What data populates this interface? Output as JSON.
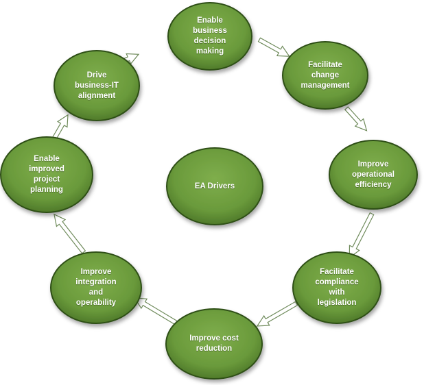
{
  "diagram": {
    "center": {
      "label": "EA Drivers"
    },
    "nodes": [
      {
        "id": "decision",
        "label": "Enable\nbusiness\ndecision\nmaking"
      },
      {
        "id": "change",
        "label": "Facilitate\nchange\nmanagement"
      },
      {
        "id": "efficiency",
        "label": "Improve\noperational\nefficiency"
      },
      {
        "id": "compliance",
        "label": "Facilitate\ncompliance\nwith\nlegislation"
      },
      {
        "id": "cost",
        "label": "Improve cost\nreduction"
      },
      {
        "id": "integration",
        "label": "Improve\nintegration\nand\noperability"
      },
      {
        "id": "planning",
        "label": "Enable\nimproved\nproject\nplanning"
      },
      {
        "id": "alignment",
        "label": "Drive\nbusiness-IT\nalignment"
      }
    ],
    "colors": {
      "fill_light": "#7fae4c",
      "fill_dark": "#4f7a2a",
      "border": "#2f4f19",
      "arrow_fill": "#ffffff",
      "arrow_stroke": "#6e8a5a"
    }
  }
}
